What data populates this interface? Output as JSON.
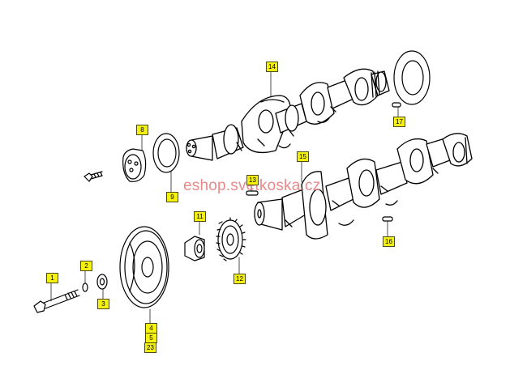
{
  "watermark": "eshop.svetkoska.cz",
  "colors": {
    "callout_fill": "#f4f10e",
    "watermark": "#e77575",
    "line": "#000000"
  },
  "callouts": {
    "c1": "1",
    "c2": "2",
    "c3": "3",
    "c4": "4",
    "c5": "5",
    "c23": "23",
    "c8": "8",
    "c9": "9",
    "c11": "11",
    "c12": "12",
    "c13": "13",
    "c14": "14",
    "c15": "15",
    "c16": "16",
    "c17": "17"
  }
}
